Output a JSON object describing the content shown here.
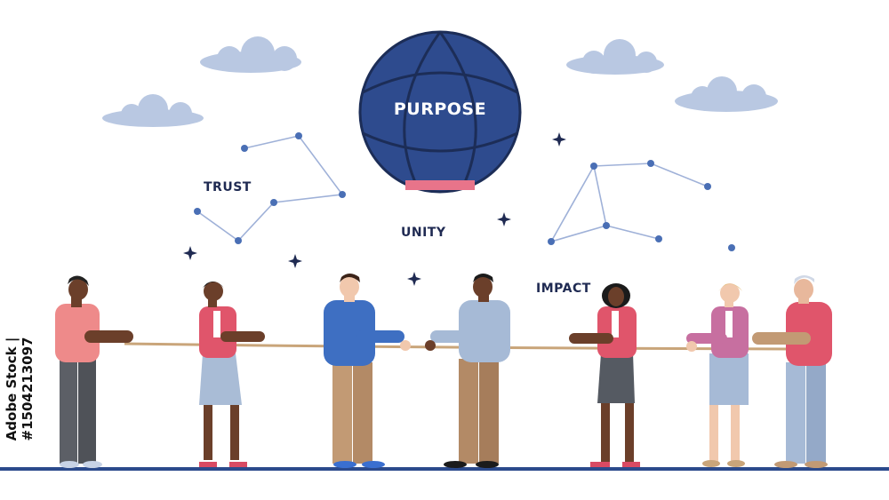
{
  "balloon": {
    "label": "PURPOSE"
  },
  "words": {
    "trust": "TRUST",
    "unity": "UNITY",
    "impact": "IMPACT"
  },
  "stock_id": "Adobe Stock | #1504213097",
  "colors": {
    "background": "#ffffff",
    "cloud": "#b9c8e2",
    "balloon": "#2e4b8e",
    "balloon_stroke": "#1c2d57",
    "balloon_basket": "#e8748a",
    "text_navy": "#1f2a52",
    "constellation_line": "#9fb1d8",
    "constellation_dot": "#4a6fb5",
    "rope": "#c9a57a",
    "ground": "#2b4a8c"
  }
}
